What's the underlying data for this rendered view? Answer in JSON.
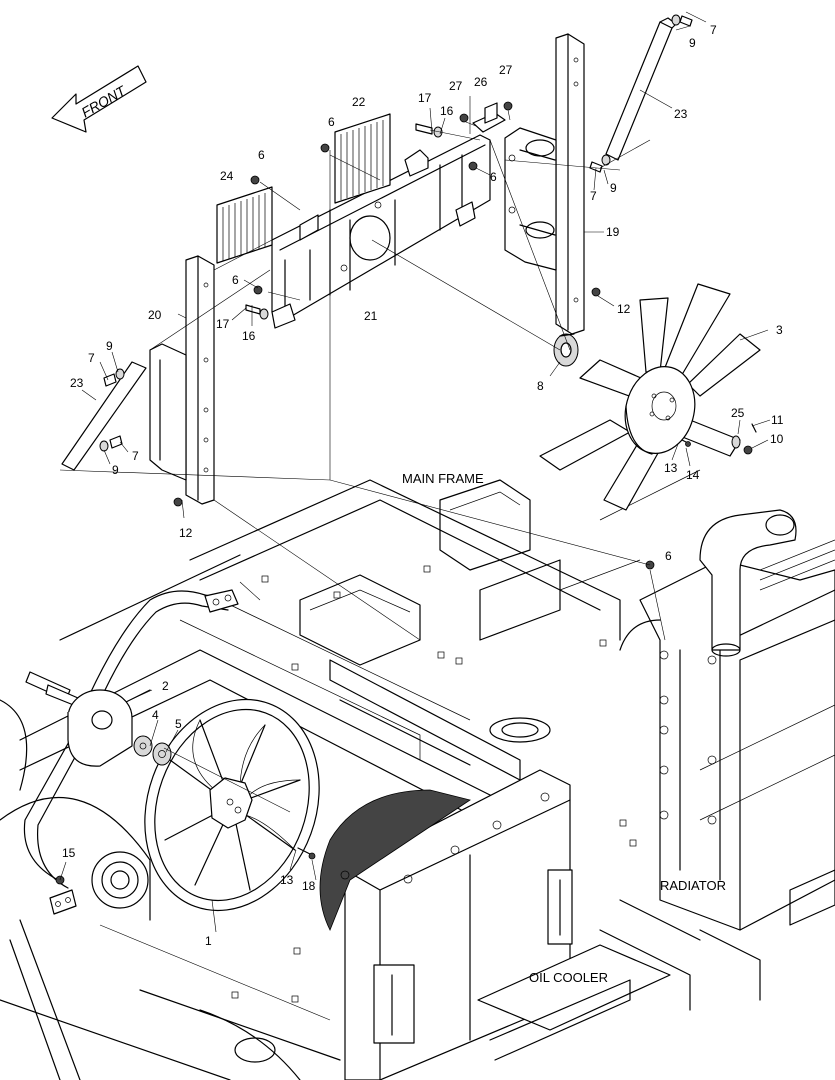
{
  "labels": {
    "front": "FRONT",
    "main_frame": "MAIN FRAME",
    "radiator": "RADIATOR",
    "oil_cooler": "OIL COOLER"
  },
  "callouts": {
    "c1": "1",
    "c2": "2",
    "c3": "3",
    "c4": "4",
    "c5": "5",
    "c6a": "6",
    "c6b": "6",
    "c6c": "6",
    "c6d": "6",
    "c6e": "6",
    "c7a": "7",
    "c7b": "7",
    "c7c": "7",
    "c7d": "7",
    "c8": "8",
    "c9a": "9",
    "c9b": "9",
    "c9c": "9",
    "c9d": "9",
    "c10": "10",
    "c11": "11",
    "c12a": "12",
    "c12b": "12",
    "c13a": "13",
    "c13b": "13",
    "c14": "14",
    "c15": "15",
    "c16a": "16",
    "c16b": "16",
    "c17a": "17",
    "c17b": "17",
    "c18": "18",
    "c19": "19",
    "c20": "20",
    "c21": "21",
    "c22": "22",
    "c23a": "23",
    "c23b": "23",
    "c24": "24",
    "c25": "25",
    "c26": "26",
    "c27a": "27",
    "c27b": "27"
  }
}
